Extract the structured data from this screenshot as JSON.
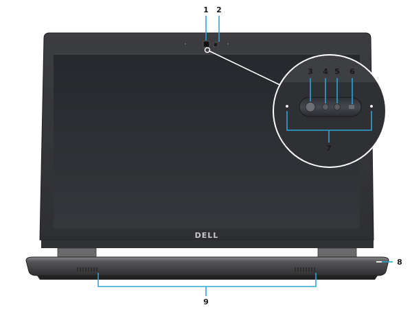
{
  "callouts": {
    "c1": "1",
    "c2": "2",
    "c3": "3",
    "c4": "4",
    "c5": "5",
    "c6": "6",
    "c7": "7",
    "c8": "8",
    "c9": "9"
  },
  "logo": "DELL",
  "colors": {
    "callout_line": "#2aa6d8",
    "bezel": "#3a3a3c",
    "screen": "#2a2d31",
    "base": "#4a4a4c",
    "hinge": "#6e6e70"
  }
}
